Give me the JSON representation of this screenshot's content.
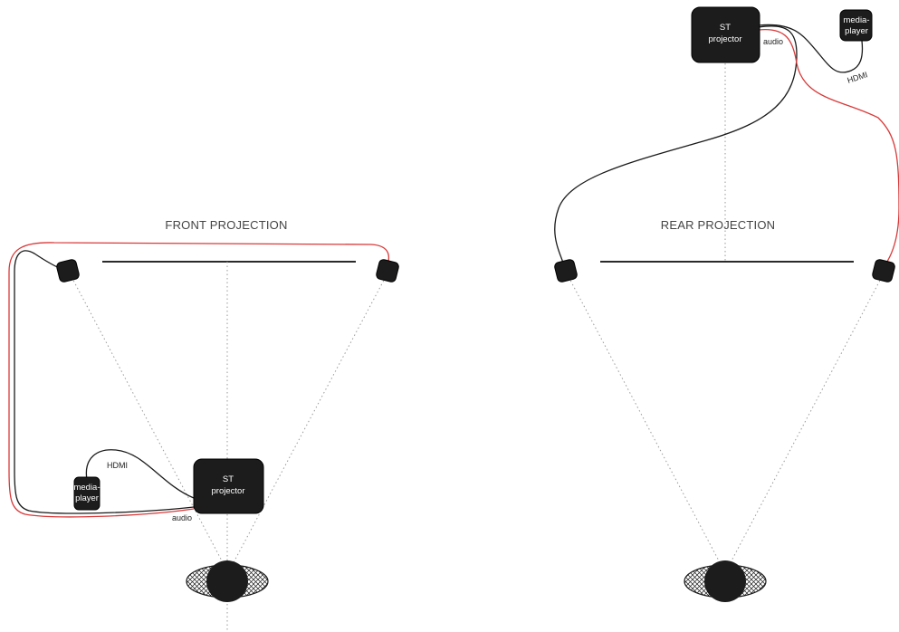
{
  "front": {
    "title": "FRONT PROJECTION",
    "projector": {
      "line1": "ST",
      "line2": "projector"
    },
    "media_player": {
      "line1": "media-",
      "line2": "player"
    },
    "cable_hdmi": "HDMI",
    "cable_audio": "audio"
  },
  "rear": {
    "title": "REAR PROJECTION",
    "projector": {
      "line1": "ST",
      "line2": "projector"
    },
    "media_player": {
      "line1": "media-",
      "line2": "player"
    },
    "cable_hdmi": "HDMI",
    "cable_audio": "audio"
  },
  "colors": {
    "cable_black": "#1a1a1a",
    "cable_red": "#d93a3a",
    "device": "#1c1c1c",
    "dotted_line": "#9a9a9a"
  },
  "icons": {
    "speaker": "speaker-icon",
    "viewer": "viewer-head-icon",
    "projector": "projector-box",
    "media_player": "media-player-box"
  }
}
